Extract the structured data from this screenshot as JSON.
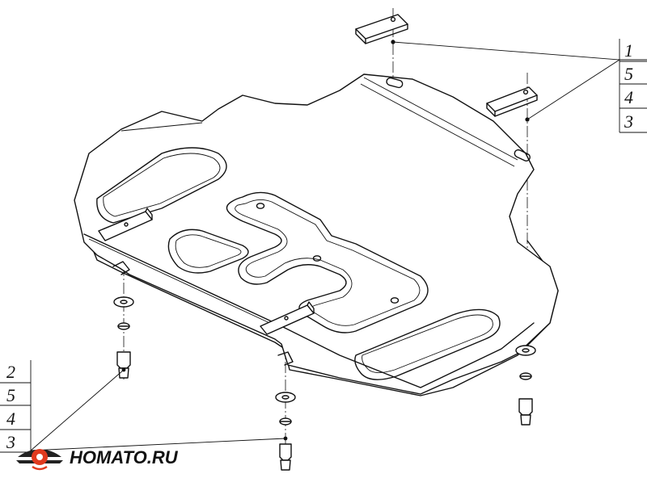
{
  "callouts_right": [
    "1",
    "5",
    "4",
    "3"
  ],
  "callouts_left": [
    "2",
    "5",
    "4",
    "3"
  ],
  "logo": {
    "text": "HOMATO.RU",
    "colors": {
      "accent": "#e03a1e",
      "dark": "#222222"
    }
  }
}
